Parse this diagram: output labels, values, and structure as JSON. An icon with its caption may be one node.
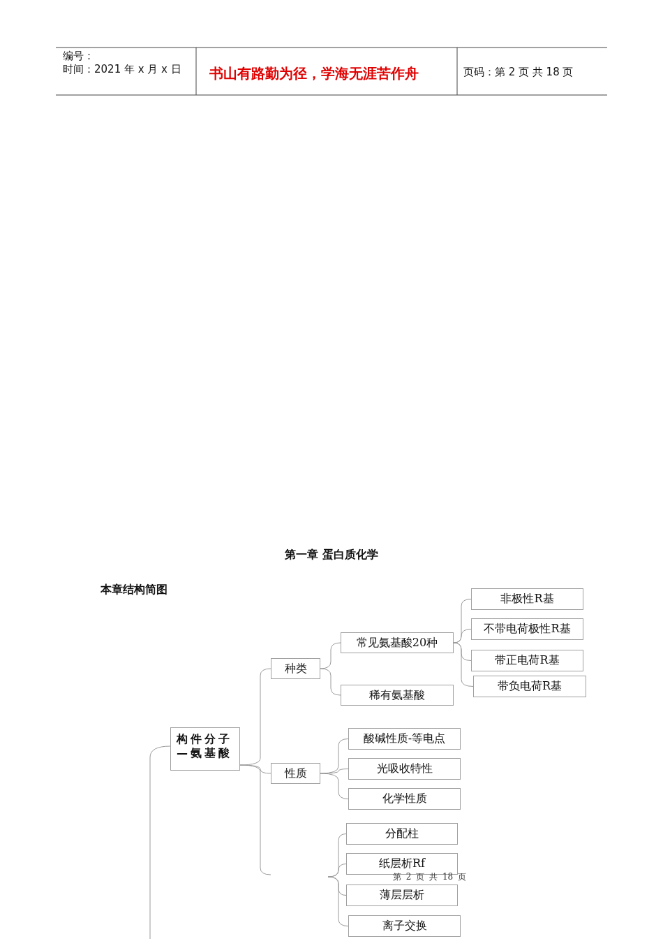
{
  "diagram": {
    "title": "第一章 蛋白质化学",
    "nodes": [
      {
        "text": [
          "构件分子—氨基酸"
        ]
      },
      {
        "text": [
          "种类"
        ]
      },
      {
        "text": [
          "性质"
        ]
      },
      {
        "text": [
          "常见氨基酸20种"
        ]
      },
      {
        "text": [
          "稀有氨基酸"
        ]
      },
      {
        "text": [
          "非极性R基"
        ]
      },
      {
        "text": [
          "不带电荷极性R基"
        ]
      },
      {
        "text": [
          "带正电荷R基"
        ]
      },
      {
        "text": [
          "带负电荷R基"
        ]
      },
      {
        "text": [
          "酸碱性质-等电点"
        ]
      },
      {
        "text": [
          "光吸收特性"
        ]
      },
      {
        "text": [
          "化学性质"
        ]
      },
      {
        "text": [
          "分配柱"
        ]
      },
      {
        "text": [
          "纸层析Rf"
        ]
      },
      {
        "text": [
          "薄层层析"
        ]
      },
      {
        "text": [
          "离子交换"
        ]
      }
    ],
    "edges": [
      {
        "from": null,
        "to": 0,
        "arrow": "none"
      },
      {
        "from": 0,
        "to": 1,
        "arrow": "none"
      },
      {
        "from": 0,
        "to": 2,
        "arrow": "none"
      },
      {
        "from": 0,
        "to": null,
        "arrow": "none"
      },
      {
        "from": 1,
        "to": 3,
        "arrow": "none"
      },
      {
        "from": 1,
        "to": 4,
        "arrow": "none"
      },
      {
        "from": 3,
        "to": 5,
        "arrow": "none"
      },
      {
        "from": 3,
        "to": 6,
        "arrow": "none"
      },
      {
        "from": 3,
        "to": 7,
        "arrow": "none"
      },
      {
        "from": 3,
        "to": 8,
        "arrow": "none"
      },
      {
        "from": 2,
        "to": 9,
        "arrow": "none"
      },
      {
        "from": 2,
        "to": 10,
        "arrow": "none"
      },
      {
        "from": 2,
        "to": 11,
        "arrow": "none"
      },
      {
        "from": null,
        "to": 12,
        "arrow": "none"
      },
      {
        "from": null,
        "to": 13,
        "arrow": "none"
      },
      {
        "from": null,
        "to": 14,
        "arrow": "none"
      },
      {
        "from": null,
        "to": 15,
        "arrow": "none"
      }
    ],
    "labels": [
      "编号：",
      "时间：2021 年 x 月 x 日",
      "书山有路勤为径，学海无涯苦作舟",
      "页码：第 2 页 共 18 页",
      "本章结构简图",
      "第 2 页 共 18 页"
    ]
  }
}
